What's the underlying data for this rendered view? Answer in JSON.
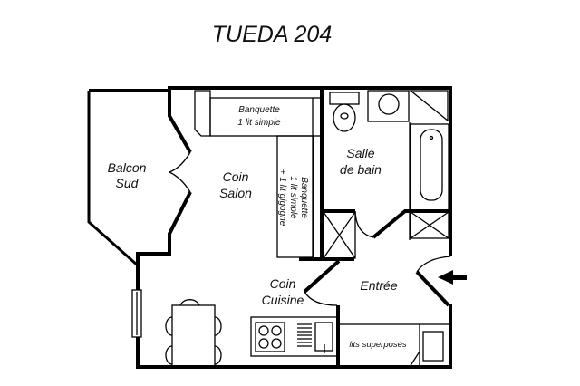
{
  "title": "TUEDA 204",
  "rooms": {
    "balcon": [
      "Balcon",
      "Sud"
    ],
    "salon": [
      "Coin",
      "Salon"
    ],
    "banquette1": [
      "Banquette",
      "1 lit simple"
    ],
    "banquette2": [
      "Banquette",
      "1 lit simple",
      "+ 1 lit gigogne"
    ],
    "salle_de_bain": [
      "Salle",
      "de bain"
    ],
    "cuisine": [
      "Coin",
      "Cuisine"
    ],
    "entree": "Entrée",
    "lits": "lits superposés"
  }
}
